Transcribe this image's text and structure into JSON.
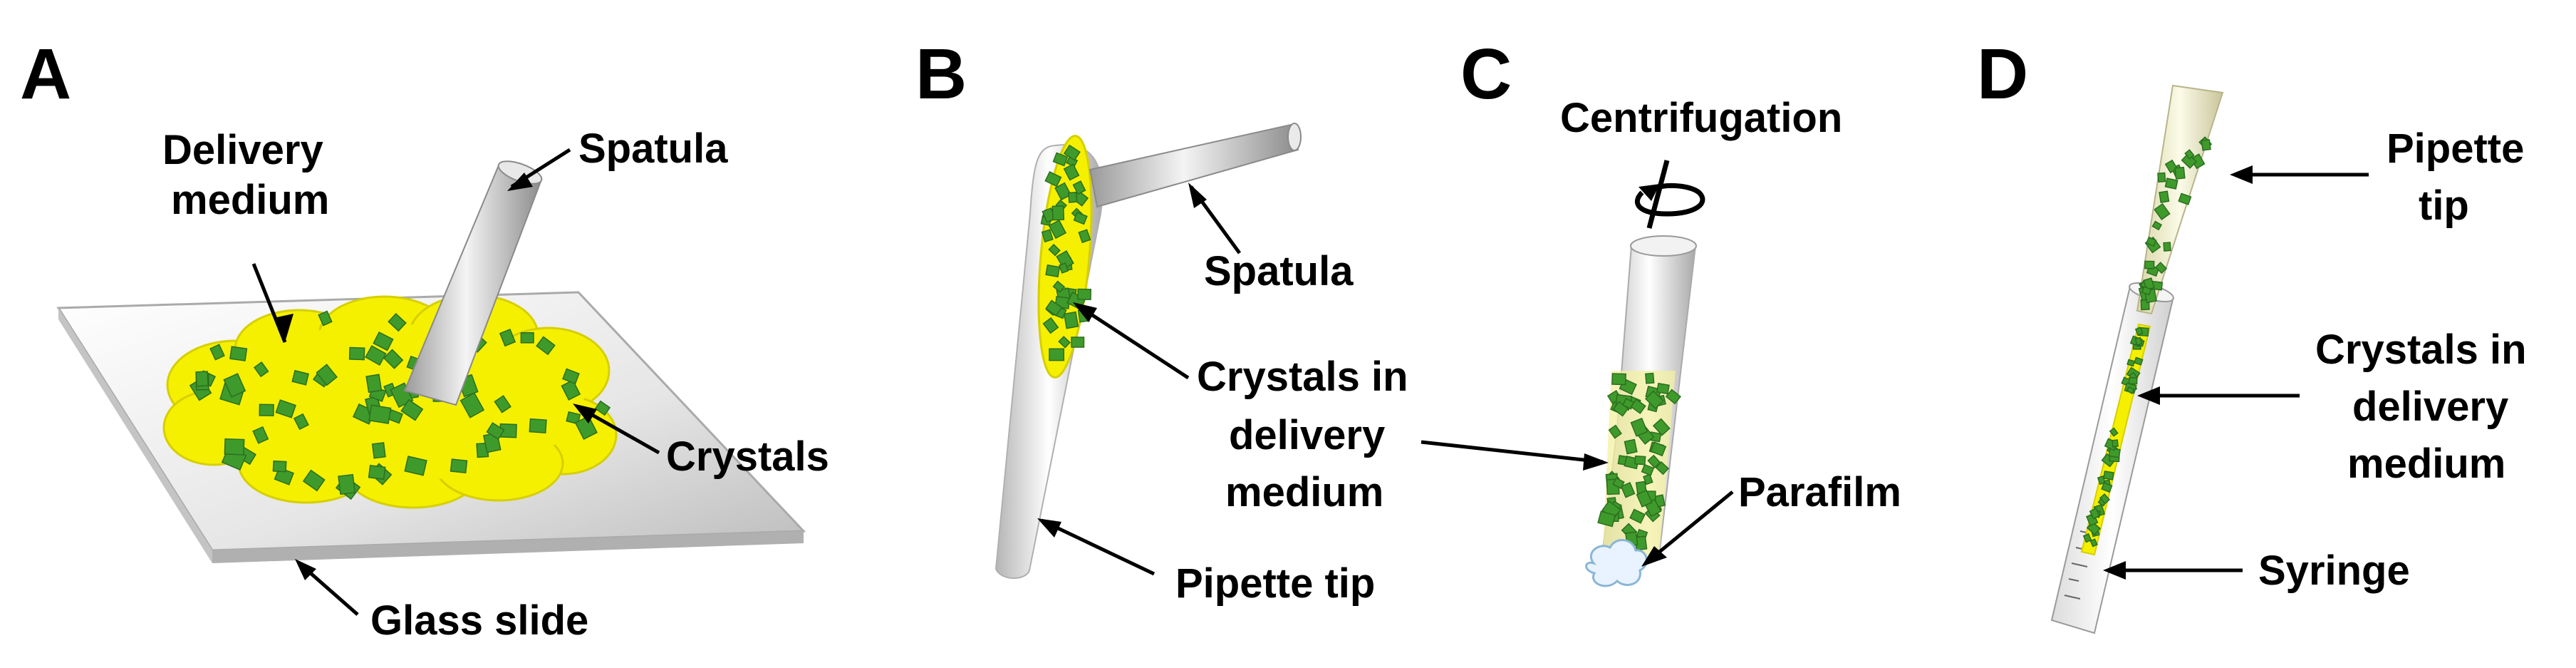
{
  "panels": [
    {
      "letter": "A",
      "labels": {
        "delivery_medium_line1": "Delivery",
        "delivery_medium_line2": "medium",
        "spatula": "Spatula",
        "crystals": "Crystals",
        "glass_slide": "Glass slide"
      }
    },
    {
      "letter": "B",
      "labels": {
        "spatula": "Spatula",
        "crystals_line1": "Crystals in",
        "crystals_line2": "delivery",
        "crystals_line3": "medium",
        "pipette_tip": "Pipette tip"
      }
    },
    {
      "letter": "C",
      "labels": {
        "centrifugation": "Centrifugation",
        "parafilm": "Parafilm"
      }
    },
    {
      "letter": "D",
      "labels": {
        "pipette_tip_line1": "Pipette",
        "pipette_tip_line2": "tip",
        "crystals_line1": "Crystals in",
        "crystals_line2": "delivery",
        "crystals_line3": "medium",
        "syringe": "Syringe"
      }
    }
  ],
  "colors": {
    "delivery_medium": "#f5f000",
    "crystal": "#3f9a2c",
    "glass": "#d8d8d8"
  }
}
